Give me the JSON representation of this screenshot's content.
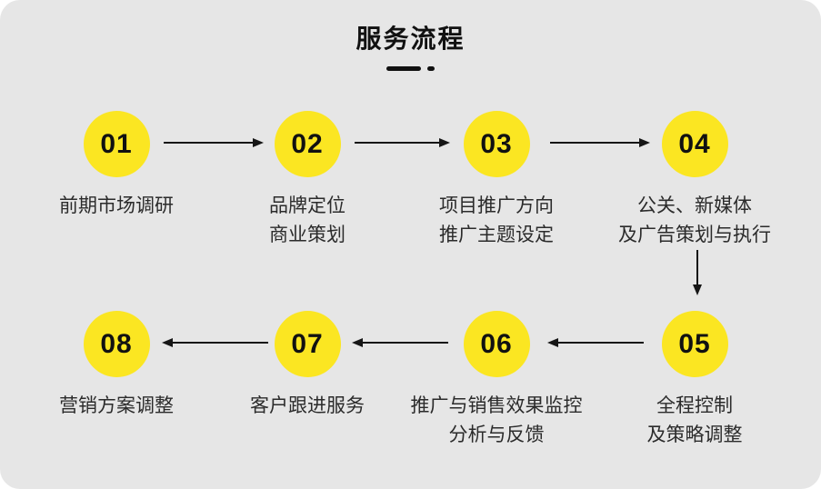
{
  "title": "服务流程",
  "colors": {
    "page_background": "#ffffff",
    "card_background": "#e6e6e6",
    "circle_fill": "#fbe622",
    "number_color": "#111111",
    "label_color": "#2b2b2b",
    "arrow_color": "#161616"
  },
  "steps": [
    {
      "number": "01",
      "label": "前期市场调研"
    },
    {
      "number": "02",
      "label": "品牌定位\n商业策划"
    },
    {
      "number": "03",
      "label": "项目推广方向\n推广主题设定"
    },
    {
      "number": "04",
      "label": "公关、新媒体\n及广告策划与执行"
    },
    {
      "number": "05",
      "label": "全程控制\n及策略调整"
    },
    {
      "number": "06",
      "label": "推广与销售效果监控\n分析与反馈"
    },
    {
      "number": "07",
      "label": "客户跟进服务"
    },
    {
      "number": "08",
      "label": "营销方案调整"
    }
  ]
}
